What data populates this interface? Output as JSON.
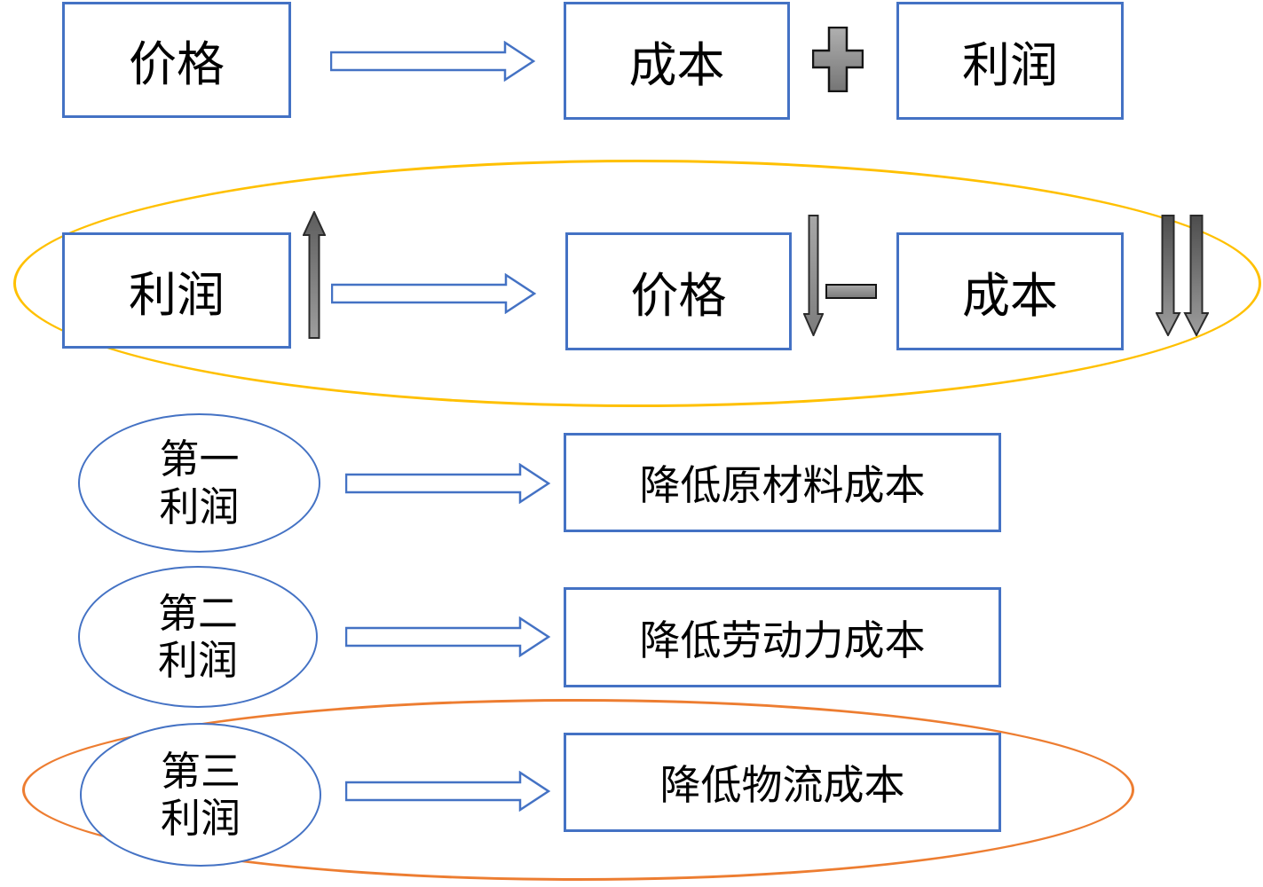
{
  "colors": {
    "shape_border_blue": "#4472C4",
    "highlight_ellipse_yellow": "#FFC000",
    "highlight_ellipse_orange": "#ED7D31",
    "operator_gray": "#808080",
    "text": "#000000"
  },
  "price_equation_row": {
    "price": "价格",
    "cost": "成本",
    "profit": "利润",
    "operator_icon": "plus",
    "arrow_icon": "right-arrow"
  },
  "profit_equation_row": {
    "profit": "利润",
    "price": "价格",
    "cost": "成本",
    "operator_icon": "minus",
    "profit_trend_icon": "up-arrow",
    "price_trend_icon": "down-arrow",
    "cost_trend_icon": "double-down-arrow"
  },
  "profit_rows": [
    {
      "ellipse_line1": "第一",
      "ellipse_line2": "利润",
      "target": "降低原材料成本"
    },
    {
      "ellipse_line1": "第二",
      "ellipse_line2": "利润",
      "target": "降低劳动力成本"
    },
    {
      "ellipse_line1": "第三",
      "ellipse_line2": "利润",
      "target": "降低物流成本"
    }
  ]
}
